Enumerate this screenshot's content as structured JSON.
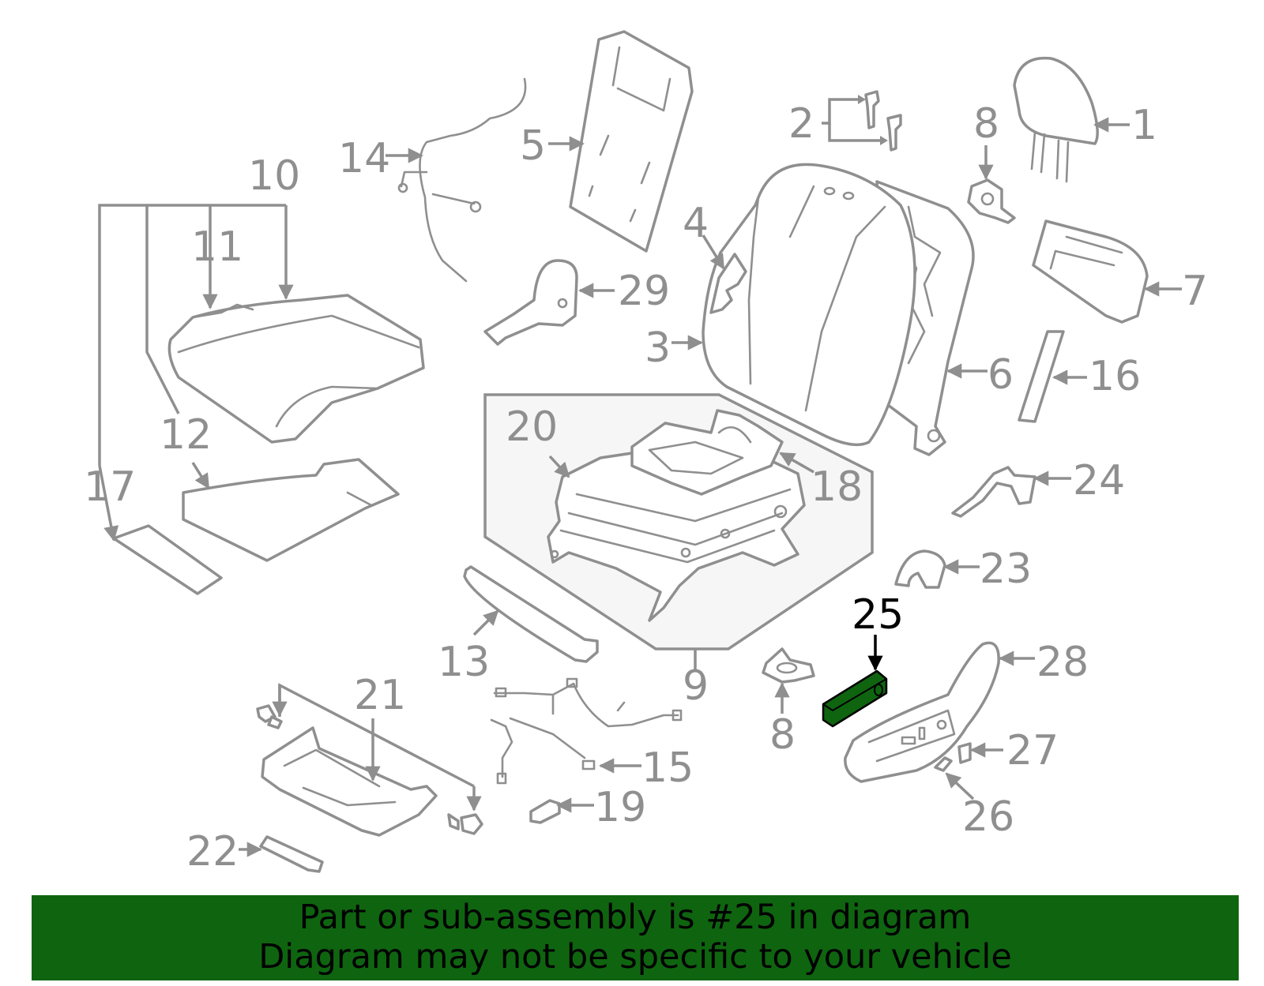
{
  "colors": {
    "line_gray": "#8f8f8f",
    "highlight_fill": "#0f6410",
    "footer_bg": "#0f6410",
    "frame_fill": "#f6f6f6"
  },
  "highlighted_part": "25",
  "labels": {
    "p1": "1",
    "p2": "2",
    "p3": "3",
    "p4": "4",
    "p5": "5",
    "p6": "6",
    "p7": "7",
    "p8a": "8",
    "p8b": "8",
    "p9": "9",
    "p10": "10",
    "p11": "11",
    "p12": "12",
    "p13": "13",
    "p14": "14",
    "p15": "15",
    "p16": "16",
    "p17": "17",
    "p18": "18",
    "p19": "19",
    "p20": "20",
    "p21": "21",
    "p22": "22",
    "p23": "23",
    "p24": "24",
    "p25": "25",
    "p26": "26",
    "p27": "27",
    "p28": "28",
    "p29": "29"
  },
  "footer": {
    "line1": "Part or sub-assembly is #25 in diagram",
    "line2": "Diagram may not be specific to your vehicle"
  }
}
